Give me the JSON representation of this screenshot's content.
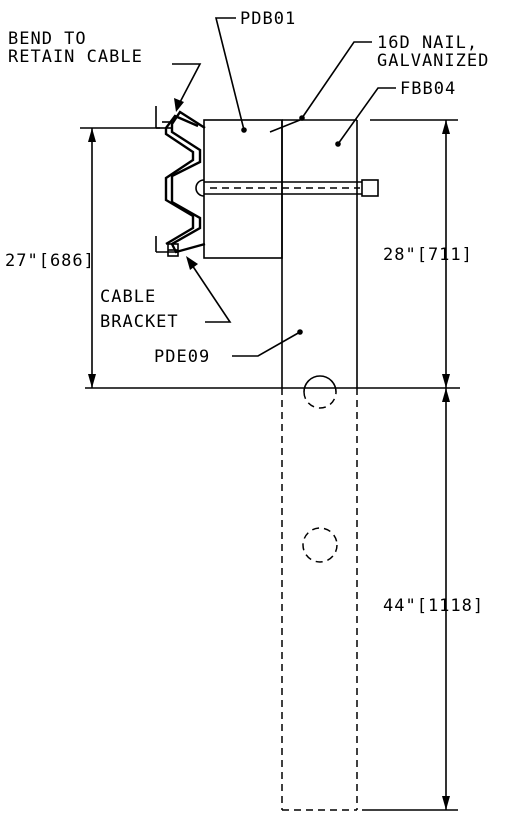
{
  "labels": {
    "pdb01": "PDB01",
    "nail_line1": "16D NAIL,",
    "nail_line2": "GALVANIZED",
    "fbb04": "FBB04",
    "bend_line1": "BEND TO",
    "bend_line2": "RETAIN CABLE",
    "cable_line1": "CABLE",
    "cable_line2": "BRACKET",
    "pde09": "PDE09"
  },
  "dimensions": {
    "bracket_height": "27\"[686]",
    "post_above_ground": "28\"[711]",
    "embedment": "44\"[1118]"
  }
}
